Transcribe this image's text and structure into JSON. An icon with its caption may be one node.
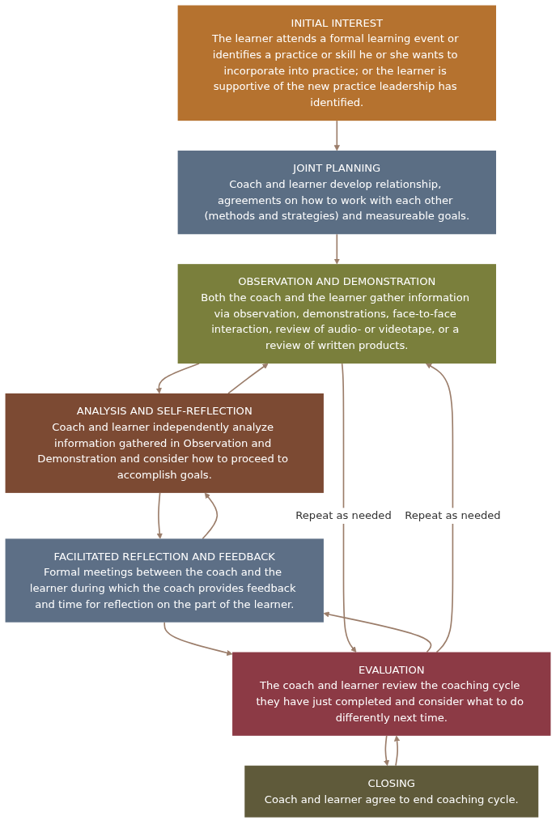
{
  "diagram": {
    "nodes": [
      {
        "text": [
          "INITIAL INTEREST",
          "The learner attends a formal learning event or identifies a practice or skill he or she wants to incorporate into practice; or the learner is supportive of the new practice leadership has identified."
        ]
      },
      {
        "text": [
          "JOINT PLANNING",
          "Coach and learner develop relationship, agreements on how to work with each other (methods and strategies) and measureable goals."
        ]
      },
      {
        "text": [
          "OBSERVATION AND DEMONSTRATION",
          "Both the coach and the learner gather information via observation, demonstrations, face-to-face interaction, review of audio- or videotape, or a review of written products."
        ]
      },
      {
        "text": [
          "ANALYSIS AND SELF-REFLECTION",
          "Coach and learner independently analyze information gathered in Observation and Demonstration and consider how to proceed to accomplish goals."
        ]
      },
      {
        "text": [
          "FACILITATED REFLECTION AND FEEDBACK",
          "Formal meetings between the coach and the learner during which the coach provides feedback and time for reflection on the part of the learner."
        ]
      },
      {
        "text": [
          "EVALUATION",
          "The coach and learner review the coaching cycle they have just completed and consider what to do differently next time."
        ]
      },
      {
        "text": [
          "CLOSING",
          "Coach and learner agree to end coaching cycle."
        ]
      }
    ],
    "edges": [
      {
        "from": 0,
        "to": 1,
        "arrow": "to"
      },
      {
        "from": 1,
        "to": 2,
        "arrow": "to"
      },
      {
        "from": 3,
        "to": 2,
        "arrow": "to"
      },
      {
        "from": 2,
        "to": 3,
        "arrow": "to"
      },
      {
        "from": 4,
        "to": 3,
        "arrow": "to"
      },
      {
        "from": 3,
        "to": 4,
        "arrow": "to"
      },
      {
        "from": 5,
        "to": 4,
        "arrow": "to"
      },
      {
        "from": 4,
        "to": 5,
        "arrow": "to"
      },
      {
        "from": 6,
        "to": 5,
        "arrow": "to"
      },
      {
        "from": 5,
        "to": 6,
        "arrow": "to"
      },
      {
        "from": 5,
        "to": 2,
        "arrow": "to",
        "label": "Repeat as needed"
      },
      {
        "from": 2,
        "to": 5,
        "arrow": "to",
        "label": "Repeat as needed"
      }
    ]
  }
}
